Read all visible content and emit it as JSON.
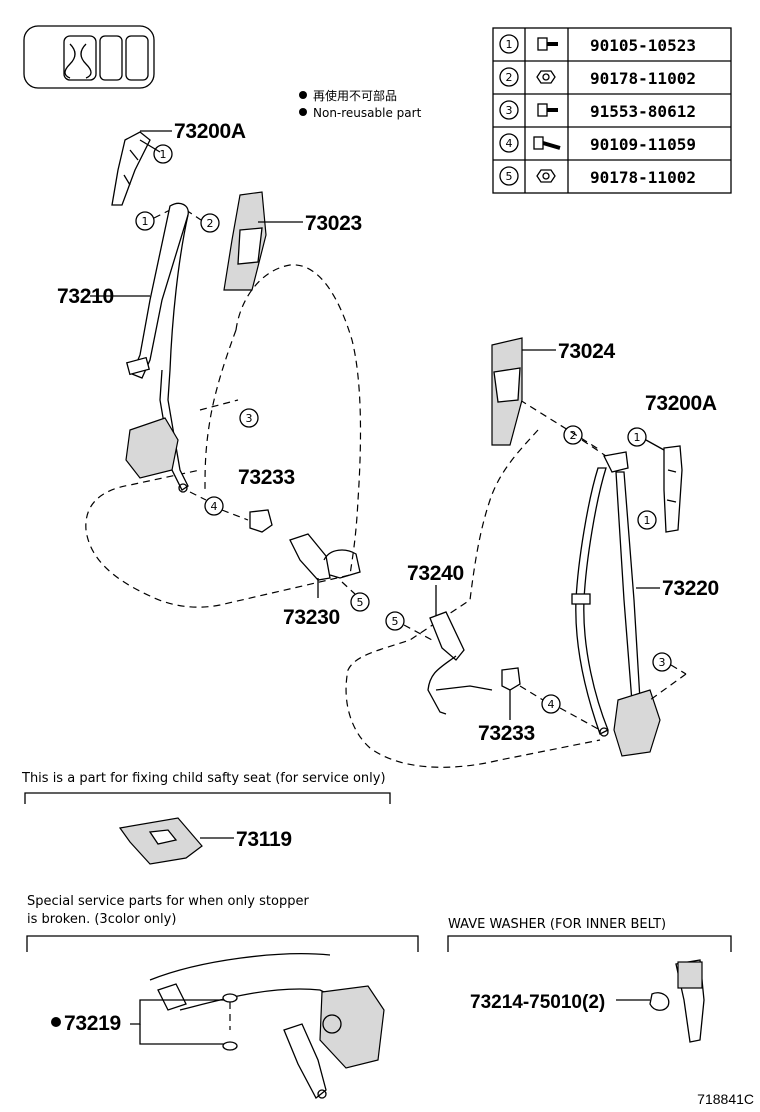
{
  "legend": {
    "reuse_jp": "再使用不可部品",
    "reuse_en": "Non-reusable part"
  },
  "fastener_table": [
    {
      "num": "1",
      "part": "90105-10523",
      "icon": "bolt-icon"
    },
    {
      "num": "2",
      "part": "90178-11002",
      "icon": "nut-icon"
    },
    {
      "num": "3",
      "part": "91553-80612",
      "icon": "bolt-icon"
    },
    {
      "num": "4",
      "part": "90109-11059",
      "icon": "long-bolt-icon"
    },
    {
      "num": "5",
      "part": "90178-11002",
      "icon": "nut-icon"
    }
  ],
  "labels": {
    "p73200a_left": "73200A",
    "p73023": "73023",
    "p73210": "73210",
    "p73233_left": "73233",
    "p73230": "73230",
    "p73024": "73024",
    "p73200a_right": "73200A",
    "p73240": "73240",
    "p73220": "73220",
    "p73233_right": "73233",
    "p73119": "73119",
    "p73219": "73219",
    "p73214": "73214-75010(2)"
  },
  "callouts": {
    "c1": "1",
    "c2": "2",
    "c3": "3",
    "c4": "4",
    "c5": "5"
  },
  "sections": {
    "child_seat": "This is a part for fixing child safty seat (for service only)",
    "stopper_line1": "Special service parts for when only stopper",
    "stopper_line2": " is broken. (3color only)",
    "wave_washer": "WAVE WASHER (FOR INNER BELT)"
  },
  "diagram_id": "718841C"
}
